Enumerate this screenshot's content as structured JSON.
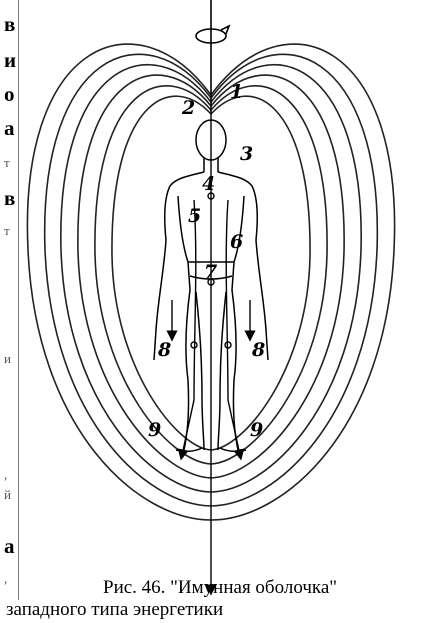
{
  "left_column_fragments": [
    "в",
    "и",
    "о",
    "а",
    "т",
    "в",
    "т",
    "и",
    ",",
    "й",
    "а",
    ","
  ],
  "figure": {
    "labels": [
      "1",
      "2",
      "3",
      "4",
      "5",
      "6",
      "7",
      "8",
      "8",
      "9",
      "9"
    ]
  },
  "caption": {
    "line1": "Рис. 46. \"Имунная оболочка\"",
    "line2": "западного типа энергетики"
  }
}
